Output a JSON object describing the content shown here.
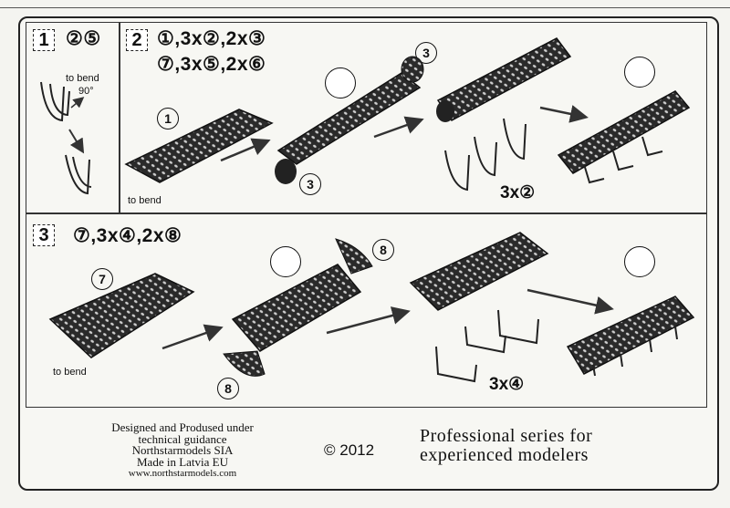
{
  "step1": {
    "number": "1",
    "parts": "②⑤",
    "bend_label": "to bend",
    "angle_label": "90°"
  },
  "step2": {
    "number": "2",
    "parts_line1": "①,3x②,2x③",
    "parts_line2": "⑦,3x⑤,2x⑥",
    "bend_label": "to bend",
    "part_1": "1",
    "part_3a": "3",
    "part_3b": "3",
    "quantity": "3x②"
  },
  "step3": {
    "number": "3",
    "parts": "⑦,3x④,2x⑧",
    "bend_label": "to bend",
    "part_7": "7",
    "part_8a": "8",
    "part_8b": "8",
    "quantity": "3x④"
  },
  "footer": {
    "line1": "Designed and Prodused under",
    "line2": "technical guidance",
    "line3": "Northstarmodels SIA",
    "line4": "Made in Latvia EU",
    "url": "www.northstarmodels.com",
    "copyright": "© 2012",
    "slogan_line1": "Professional series for",
    "slogan_line2": "experienced modelers"
  }
}
